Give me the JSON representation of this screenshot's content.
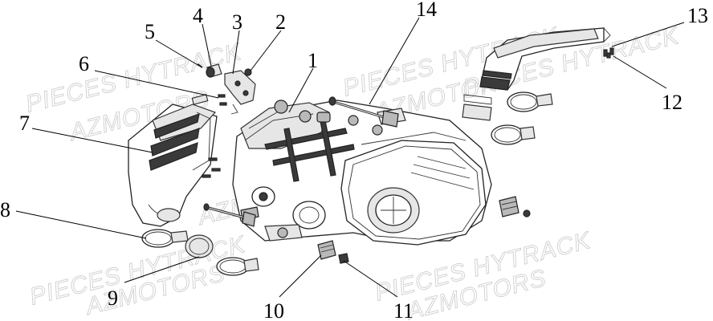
{
  "watermarks": [
    "PIECES HYTRACK",
    "AZMOTORS",
    "PIECES HYTRACK",
    "AZMOTORS",
    "PIECES HYTRACK",
    "AZMOTORS",
    "PIECES HYTRACK",
    "AZMOTORS",
    "PIECES HYTRACK",
    "AZMOTORS"
  ],
  "callouts": [
    "1",
    "2",
    "3",
    "4",
    "5",
    "6",
    "7",
    "8",
    "9",
    "10",
    "11",
    "12",
    "13",
    "14"
  ]
}
